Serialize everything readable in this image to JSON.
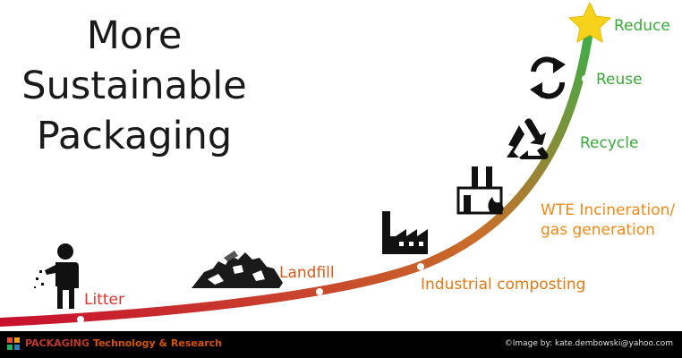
{
  "title_lines": [
    "More",
    "Sustainable",
    "Packaging"
  ],
  "stages": [
    {
      "key": "litter",
      "label_lines": [
        "Litter"
      ],
      "color": "#d9352b",
      "icon": "person-littering-icon"
    },
    {
      "key": "landfill",
      "label_lines": [
        "Landfill"
      ],
      "color": "#d9591e",
      "icon": "landfill-pile-icon"
    },
    {
      "key": "composting",
      "label_lines": [
        "Industrial composting"
      ],
      "color": "#e07a18",
      "icon": "factory-icon"
    },
    {
      "key": "wte",
      "label_lines": [
        "WTE Incineration/",
        "gas generation"
      ],
      "color": "#ef8a1a",
      "icon": "incinerator-icon"
    },
    {
      "key": "recycle",
      "label_lines": [
        "Recycle"
      ],
      "color": "#3aa83a",
      "icon": "recycle-icon"
    },
    {
      "key": "reuse",
      "label_lines": [
        "Reuse"
      ],
      "color": "#3aa83a",
      "icon": "reuse-arrows-icon"
    },
    {
      "key": "reduce",
      "label_lines": [
        "Reduce"
      ],
      "color": "#3aa83a",
      "icon": "star-icon"
    }
  ],
  "curve_colors": {
    "start": "#c8102e",
    "middle": "#c8702a",
    "end": "#36b04a"
  },
  "footer": {
    "brand_name": "PACKAGING",
    "brand_rest": "Technology & Research",
    "credit": "©Image by: kate.dembowski@yahoo.com",
    "logo_colors": [
      "#e74c3c",
      "#f39c12",
      "#27ae60",
      "#2980b9"
    ]
  }
}
